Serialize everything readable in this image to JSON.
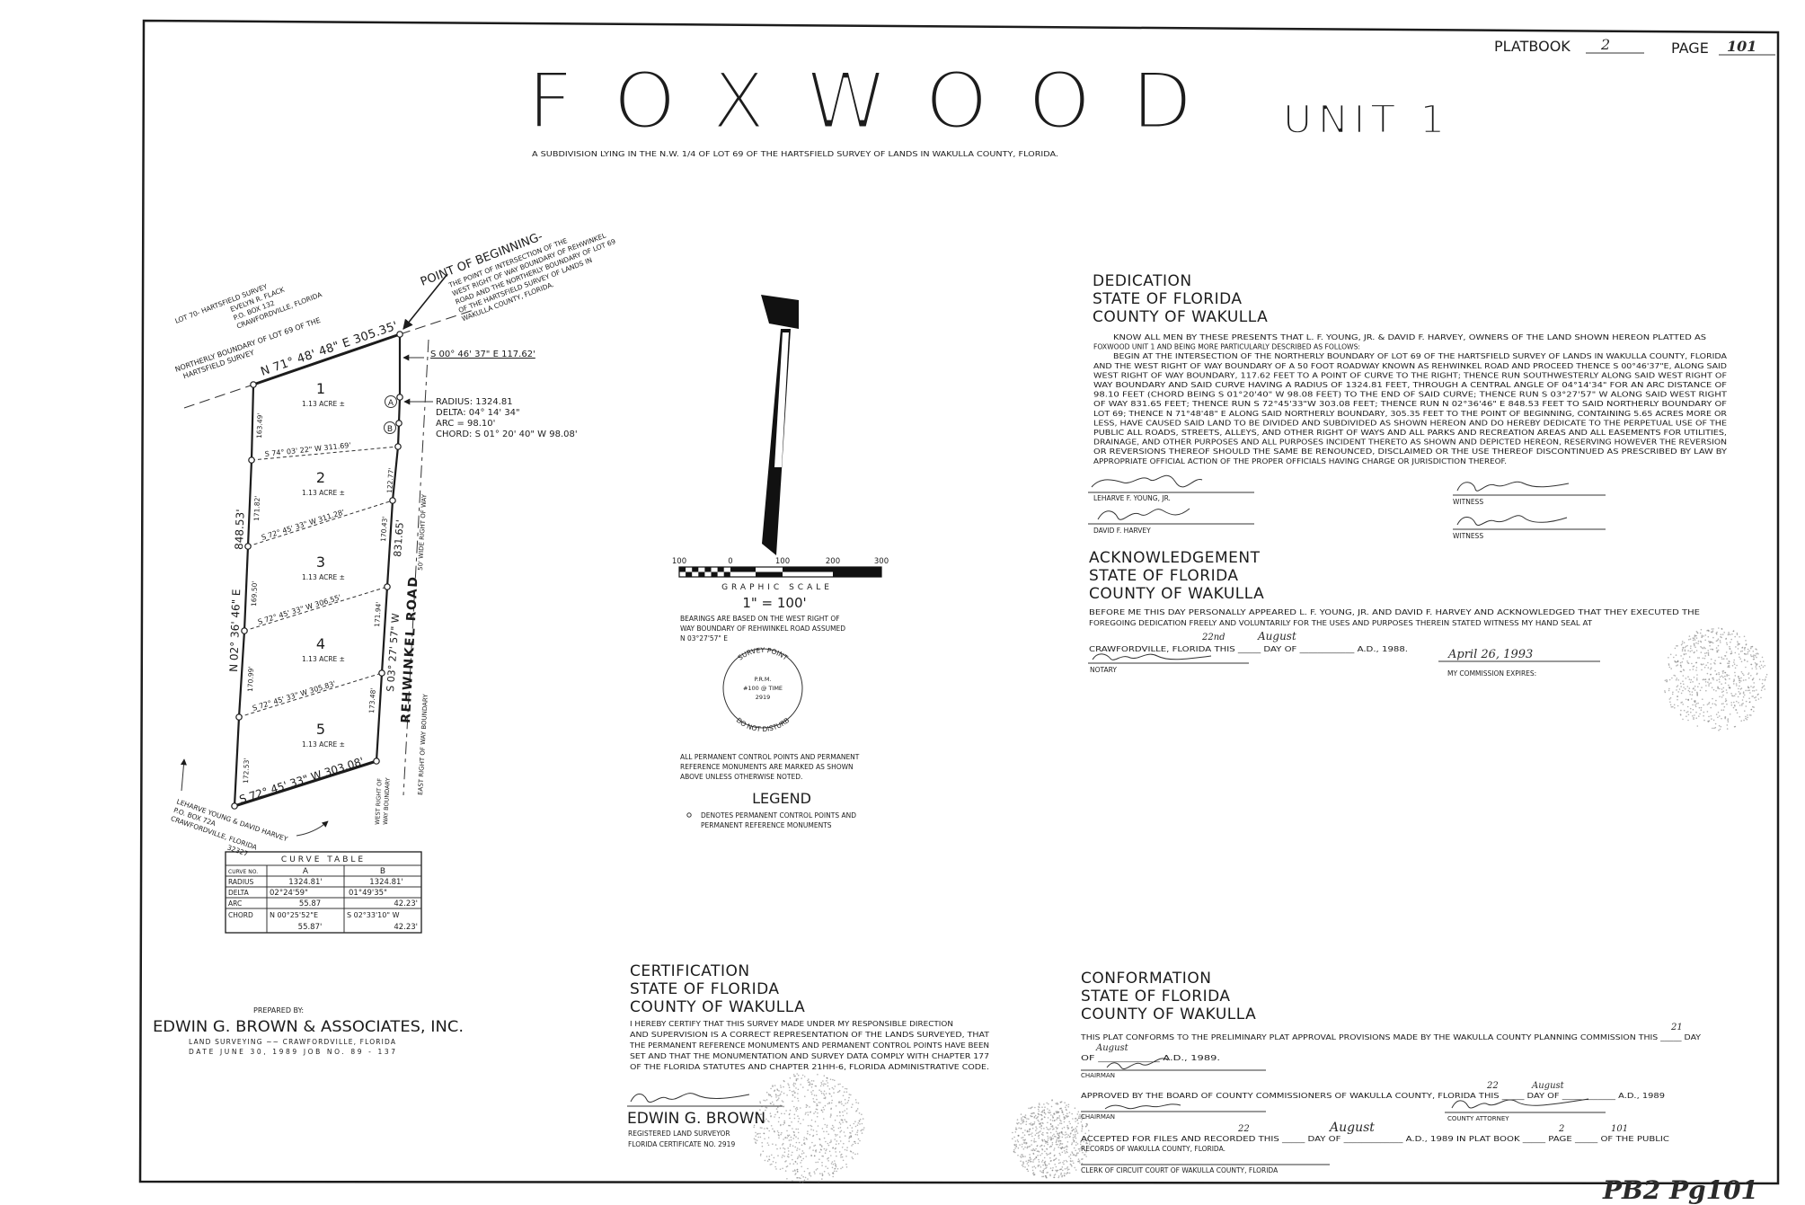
{
  "header": {
    "platbook_label": "PLATBOOK",
    "platbook_value": "2",
    "page_label": "PAGE",
    "page_value": "101",
    "title": "FOXWOOD",
    "unit": "UNIT 1",
    "subtitle": "A SUBDIVISION LYING IN THE N.W. 1/4 OF LOT 69 OF THE HARTSFIELD SURVEY OF LANDS IN WAKULLA COUNTY, FLORIDA."
  },
  "plat": {
    "north_bearing": "N 71° 48' 48\" E    305.35'",
    "pob_title": "POINT OF BEGINNING-",
    "pob_lines": [
      "THE POINT OF INTERSECTION OF THE",
      "WEST RIGHT OF WAY BOUNDARY OF REHWINKEL",
      "ROAD AND THE NORTHERLY BOUNDARY OF LOT 69",
      "OF THE HARTSFIELD SURVEY OF LANDS IN",
      "WAKULLA COUNTY, FLORIDA."
    ],
    "neighbor_lines": [
      "LOT 70- HARTSFIELD SURVEY",
      "EVELYN R. FLACK",
      "P.O. BOX 132",
      "CRAWFORDVILLE, FLORIDA"
    ],
    "northerly_boundary_lines": [
      "NORTHERLY BOUNDARY OF LOT 69 OF THE",
      "HARTSFIELD SURVEY"
    ],
    "east_first_bearing": "S 00° 46' 37\" E  117.62'",
    "curve": [
      "RADIUS: 1324.81",
      "DELTA: 04° 14' 34\"",
      "ARC = 98.10'",
      "CHORD: S 01° 20' 40\" W  98.08'"
    ],
    "curve_markers": [
      "A",
      "B"
    ],
    "lots": [
      {
        "number": "1",
        "area": "1.13 ACRE ±",
        "west": "163.49'",
        "east": ""
      },
      {
        "number": "2",
        "area": "1.13 ACRE ±",
        "west": "171.82'",
        "east": "122.77'"
      },
      {
        "number": "3",
        "area": "1.13 ACRE ±",
        "west": "169.50'",
        "east": "170.43'"
      },
      {
        "number": "4",
        "area": "1.13 ACRE ±",
        "west": "170.99'",
        "east": "171.94'"
      },
      {
        "number": "5",
        "area": "1.13 ACRE ±",
        "west": "172.53'",
        "east": "173.48'"
      }
    ],
    "lot_lines": [
      "S 74° 03' 22\" W    311.69'",
      "S 72° 45' 33\" W    311.28'",
      "S 72° 45' 33\" W    306.55'",
      "S 72° 45' 33\" W    305.83'"
    ],
    "south_bearing": "S 72° 45' 33\" W    303.08'",
    "west_total": "848.53'",
    "west_bearing": "N 02° 36' 46\" E",
    "east_total": "831.65'",
    "east_bearing": "S 03° 27' 57\" W",
    "road_name": "REHWINKEL ROAD",
    "road_width": "50' WIDE RIGHT OF WAY",
    "east_row": "EAST RIGHT OF WAY BOUNDARY",
    "west_row": [
      "WEST RIGHT OF",
      "WAY BOUNDARY"
    ],
    "owner_lines": [
      "LEHARVE YOUNG & DAVID HARVEY",
      "P.O. BOX 72A",
      "CRAWFORDVILLE, FLORIDA",
      "32327"
    ]
  },
  "curve_table": {
    "title": "CURVE   TABLE",
    "header": [
      "CURVE NO.",
      "A",
      "B"
    ],
    "rows": [
      [
        "RADIUS",
        "1324.81'",
        "1324.81'"
      ],
      [
        "DELTA",
        "02°24'59\"",
        "01°49'35\""
      ],
      [
        "ARC",
        "55.87",
        "42.23'"
      ],
      [
        "CHORD",
        "N 00°25'52\"E",
        "S 02°33'10\" W"
      ],
      [
        "",
        "55.87'",
        "42.23'"
      ]
    ]
  },
  "scale": {
    "ticks": [
      "100",
      "0",
      "100",
      "200",
      "300"
    ],
    "label": "GRAPHIC SCALE",
    "ratio": "1\" = 100'"
  },
  "notes": {
    "bearings": [
      "BEARINGS ARE BASED ON THE WEST RIGHT OF",
      "WAY BOUNDARY OF REHWINKEL ROAD ASSUMED",
      "N 03°27'57\" E"
    ],
    "monuments": [
      "ALL PERMANENT CONTROL POINTS AND PERMANENT",
      "REFERENCE MONUMENTS ARE MARKED AS SHOWN",
      "ABOVE UNLESS OTHERWISE NOTED."
    ]
  },
  "survey_point": {
    "top": "SURVEY POINT",
    "bottom": "DO NOT DISTURB",
    "center": [
      "P.R.M.",
      "#100 @ TIME",
      "2919"
    ]
  },
  "legend": {
    "title": "LEGEND",
    "lines": [
      "DENOTES PERMANENT CONTROL POINTS AND",
      "PERMANENT REFERENCE MONUMENTS"
    ]
  },
  "dedication": {
    "headings": [
      "DEDICATION",
      "STATE OF FLORIDA",
      "COUNTY OF WAKULLA"
    ],
    "lines": [
      "KNOW ALL MEN BY THESE PRESENTS THAT  L. F. YOUNG, JR. & DAVID F. HARVEY,      OWNERS OF THE LAND SHOWN HEREON PLATTED AS",
      "FOXWOOD  UNIT 1   AND BEING MORE PARTICULARLY DESCRIBED AS FOLLOWS:",
      "BEGIN AT THE INTERSECTION OF THE NORTHERLY BOUNDARY OF LOT 69 OF THE HARTSFIELD SURVEY OF LANDS IN WAKULLA COUNTY, FLORIDA",
      "AND THE WEST RIGHT OF WAY BOUNDARY OF A 50 FOOT ROADWAY KNOWN AS REHWINKEL ROAD AND PROCEED THENCE S 00°46'37\"E, ALONG SAID",
      "WEST RIGHT OF WAY BOUNDARY, 117.62 FEET TO A POINT OF CURVE TO THE RIGHT; THENCE RUN SOUTHWESTERLY ALONG SAID WEST RIGHT OF",
      "WAY BOUNDARY AND SAID CURVE HAVING A RADIUS OF 1324.81 FEET, THROUGH A CENTRAL ANGLE OF 04°14'34\" FOR AN ARC DISTANCE OF",
      "98.10 FEET (CHORD BEING S 01°20'40\" W  98.08 FEET) TO THE END OF SAID CURVE; THENCE RUN S 03°27'57\" W  ALONG SAID WEST RIGHT",
      "OF WAY 831.65 FEET; THENCE RUN S 72°45'33\"W  303.08 FEET; THENCE RUN N 02°36'46\" E  848.53 FEET TO SAID NORTHERLY BOUNDARY OF",
      "LOT 69; THENCE N 71°48'48\" E ALONG SAID NORTHERLY BOUNDARY, 305.35 FEET TO THE POINT OF BEGINNING, CONTAINING 5.65 ACRES MORE OR",
      "LESS, HAVE CAUSED SAID LAND TO BE DIVIDED AND SUBDIVIDED AS SHOWN HEREON AND DO HEREBY DEDICATE TO THE PERPETUAL USE OF THE",
      "PUBLIC ALL ROADS, STREETS, ALLEYS, AND OTHER RIGHT OF WAYS AND ALL PARKS AND RECREATION AREAS AND ALL EASEMENTS FOR UTILITIES,",
      "DRAINAGE, AND OTHER PURPOSES AND ALL PURPOSES INCIDENT THERETO AS SHOWN AND DEPICTED HEREON, RESERVING HOWEVER THE REVERSION",
      "OR REVERSIONS THEREOF SHOULD THE SAME BE RENOUNCED, DISCLAIMED OR THE USE THEREOF DISCONTINUED AS PRESCRIBED BY LAW BY",
      "APPROPRIATE OFFICIAL ACTION OF THE PROPER OFFICIALS HAVING CHARGE OR JURISDICTION THEREOF."
    ],
    "owner1": "LEHARVE F. YOUNG, JR.",
    "owner2": "DAVID F. HARVEY",
    "witness": "WITNESS"
  },
  "acknowledgement": {
    "headings": [
      "ACKNOWLEDGEMENT",
      "STATE OF FLORIDA",
      "COUNTY OF WAKULLA"
    ],
    "lines": [
      "BEFORE ME THIS DAY PERSONALLY APPEARED L. F. YOUNG, JR.   AND DAVID F. HARVEY          AND ACKNOWLEDGED THAT THEY EXECUTED THE",
      "FOREGOING DEDICATION FREELY AND VOLUNTARILY FOR THE USES AND PURPOSES THEREIN STATED WITNESS MY HAND SEAL AT",
      "CRAWFORDVILLE,  FLORIDA THIS _____ DAY OF ____________ A.D., 1988."
    ],
    "day_handwritten": "22nd",
    "month_handwritten": "August",
    "notary": "NOTARY",
    "expires_handwritten": "April 26, 1993",
    "expires_label": "MY COMMISSION EXPIRES:"
  },
  "certification": {
    "headings": [
      "CERTIFICATION",
      "STATE OF FLORIDA",
      "COUNTY OF WAKULLA"
    ],
    "lines": [
      "I HEREBY CERTIFY THAT THIS SURVEY MADE UNDER MY RESPONSIBLE DIRECTION",
      "AND SUPERVISION IS A CORRECT REPRESENTATION OF THE LANDS SURVEYED, THAT",
      "THE PERMANENT REFERENCE MONUMENTS AND PERMANENT CONTROL POINTS HAVE BEEN",
      "SET AND THAT THE MONUMENTATION AND SURVEY DATA COMPLY WITH CHAPTER 177",
      "OF THE FLORIDA STATUTES AND CHAPTER 21HH-6, FLORIDA ADMINISTRATIVE CODE."
    ],
    "surveyor": "EDWIN G. BROWN",
    "role": "REGISTERED LAND SURVEYOR",
    "certificate": "FLORIDA CERTIFICATE NO. 2919"
  },
  "conformation": {
    "headings": [
      "CONFORMATION",
      "STATE OF FLORIDA",
      "COUNTY OF WAKULLA"
    ],
    "line1": "THIS PLAT CONFORMS TO THE PRELIMINARY PLAT APPROVAL PROVISIONS MADE BY THE WAKULLA COUNTY PLANNING COMMISSION THIS _____ DAY",
    "line1_day": "21",
    "line2": "OF ____________ A.D., 1989.",
    "line2_month": "August",
    "chairman": "CHAIRMAN",
    "approved": "APPROVED BY THE BOARD OF COUNTY COMMISSIONERS OF WAKULLA COUNTY, FLORIDA THIS _____ DAY OF ____________ A.D., 1989",
    "approved_day": "22",
    "approved_month": "August",
    "chairman2": "CHAIRMAN",
    "attorney": "COUNTY ATTORNEY",
    "accepted": "ACCEPTED FOR FILES AND RECORDED THIS _____ DAY OF _____________ A.D., 1989 IN PLAT BOOK _____ PAGE _____ OF THE PUBLIC",
    "accepted_day": "22",
    "accepted_month": "August",
    "accepted_book": "2",
    "accepted_page": "101",
    "records": "RECORDS OF WAKULLA COUNTY, FLORIDA.",
    "clerk": "CLERK OF CIRCUIT COURT OF WAKULLA COUNTY, FLORIDA"
  },
  "preparer": {
    "prepared_by": "PREPARED  BY:",
    "company": "EDWIN G. BROWN & ASSOCIATES, INC.",
    "line1": "LAND   SURVEYING  ~~  CRAWFORDVILLE, FLORIDA",
    "line2": "DATE   JUNE 30, 1989          JOB NO.  89 - 137"
  },
  "recording_mark": "PB2  Pg101"
}
